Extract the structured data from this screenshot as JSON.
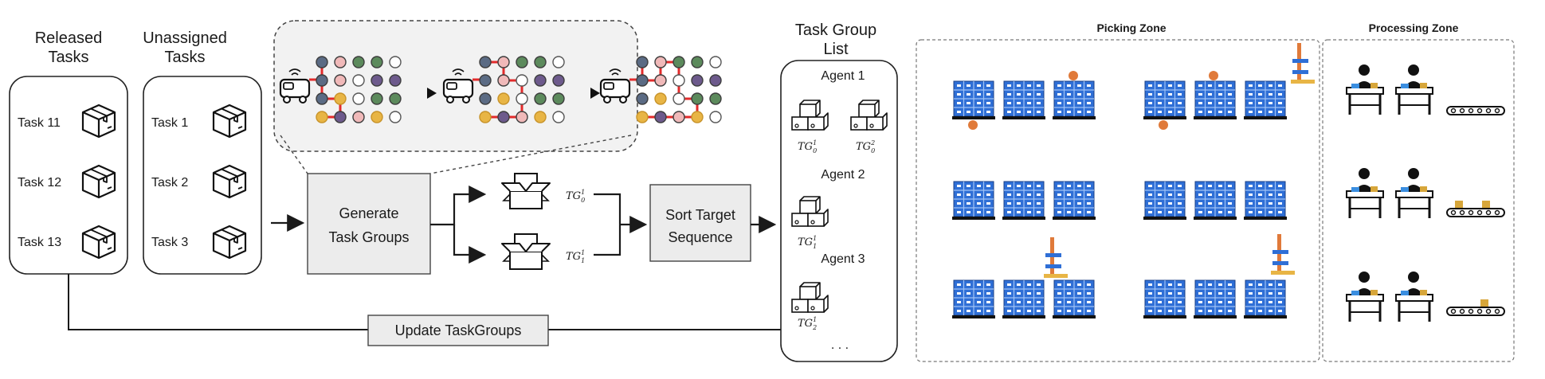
{
  "columns": {
    "released": {
      "title_line1": "Released",
      "title_line2": "Tasks",
      "tasks": [
        "Task 11",
        "Task 12",
        "Task 13"
      ]
    },
    "unassigned": {
      "title_line1": "Unassigned",
      "title_line2": "Tasks",
      "tasks": [
        "Task 1",
        "Task 2",
        "Task 3"
      ]
    },
    "tgl": {
      "title_line1": "Task Group",
      "title_line2": "List",
      "ellipsis": ". . ."
    }
  },
  "process": {
    "generate_line1": "Generate",
    "generate_line2": "Task Groups",
    "sort_line1": "Sort Target",
    "sort_line2": "Sequence",
    "update": "Update TaskGroups"
  },
  "task_groups": [
    {
      "base": "TG",
      "sub": "0",
      "sup": "1"
    },
    {
      "base": "TG",
      "sub": "1",
      "sup": "1"
    }
  ],
  "agents": [
    {
      "label": "Agent 1",
      "groups": [
        {
          "base": "TG",
          "sub": "0",
          "sup": "1"
        },
        {
          "base": "TG",
          "sub": "0",
          "sup": "2"
        }
      ]
    },
    {
      "label": "Agent 2",
      "groups": [
        {
          "base": "TG",
          "sub": "1",
          "sup": "1"
        }
      ]
    },
    {
      "label": "Agent 3",
      "groups": [
        {
          "base": "TG",
          "sub": "2",
          "sup": "1"
        }
      ]
    }
  ],
  "zones": {
    "picking": "Picking Zone",
    "processing": "Processing Zone"
  },
  "colors": {
    "path_red": "#e32b2b",
    "node_slate": "#5b6b84",
    "node_pink": "#f0b9b9",
    "node_green": "#5c8a5c",
    "node_purple": "#6d5a8c",
    "node_yellow": "#e8b545",
    "node_empty": "#ffffff",
    "shelf_blue": "#2f6fd6",
    "marker_orange": "#e07a3a",
    "parcel_gold": "#d7a63a"
  }
}
